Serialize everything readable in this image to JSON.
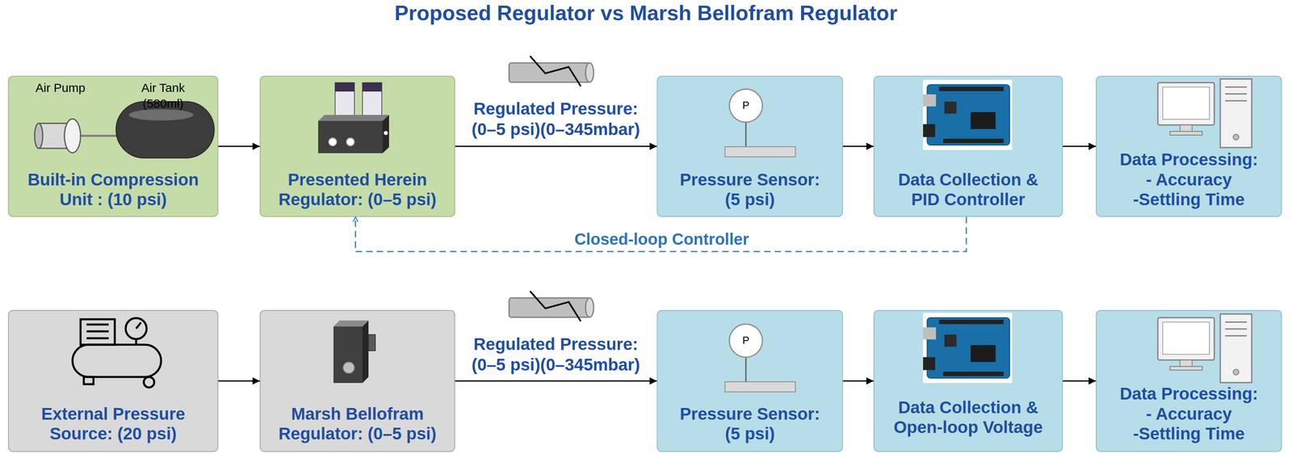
{
  "diagram": {
    "title": "Proposed Regulator vs Marsh Bellofram Regulator",
    "nodes": [
      {
        "text": [
          "Built-in Compression Unit : (10 psi)"
        ]
      },
      {
        "text": [
          "Presented Herein Regulator: (0–5 psi)"
        ]
      },
      {
        "text": [
          "Pressure Sensor: (5 psi)"
        ]
      },
      {
        "text": [
          "Data Collection & PID Controller"
        ]
      },
      {
        "text": [
          "Data Processing:",
          "- Accuracy",
          "-Settling Time"
        ]
      },
      {
        "text": [
          "External Pressure Source: (20 psi)"
        ]
      },
      {
        "text": [
          "Marsh Bellofram Regulator: (0–5 psi)"
        ]
      },
      {
        "text": [
          "Pressure Sensor: (5 psi)"
        ]
      },
      {
        "text": [
          "Data Collection & Open-loop Voltage"
        ]
      },
      {
        "text": [
          "Data Processing:",
          "- Accuracy",
          "-Settling Time"
        ]
      }
    ],
    "edges": [
      {
        "from": 0,
        "to": 1,
        "arrow": "to"
      },
      {
        "from": 1,
        "to": 2,
        "arrow": "to",
        "label": "Regulated Pressure: (0–5 psi)(0–345mbar)"
      },
      {
        "from": 2,
        "to": 3,
        "arrow": "to"
      },
      {
        "from": 3,
        "to": 4,
        "arrow": "to"
      },
      {
        "from": 3,
        "to": 1,
        "arrow": "to",
        "label": "Closed-loop Controller"
      },
      {
        "from": 5,
        "to": 6,
        "arrow": "to"
      },
      {
        "from": 6,
        "to": 7,
        "arrow": "to",
        "label": "Regulated Pressure: (0–5 psi)(0–345mbar)"
      },
      {
        "from": 7,
        "to": 8,
        "arrow": "to"
      },
      {
        "from": 8,
        "to": 9,
        "arrow": "to"
      }
    ],
    "labels": [
      "Air Pump",
      "Air Tank (580ml)",
      "P",
      "P"
    ]
  }
}
